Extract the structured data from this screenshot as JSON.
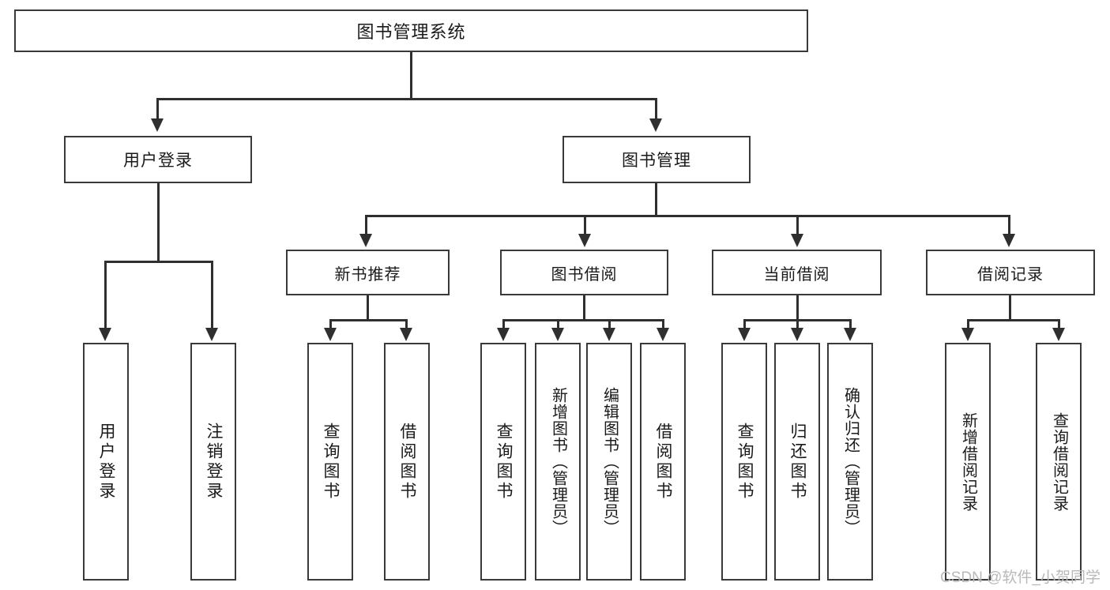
{
  "diagram": {
    "type": "tree",
    "title": "图书管理系统",
    "root": {
      "label": "图书管理系统"
    },
    "level2": [
      {
        "label": "用户登录"
      },
      {
        "label": "图书管理"
      }
    ],
    "level3": [
      {
        "label": "新书推荐"
      },
      {
        "label": "图书借阅"
      },
      {
        "label": "当前借阅"
      },
      {
        "label": "借阅记录"
      }
    ],
    "leaves": {
      "user_login": [
        {
          "label": "用户登录"
        },
        {
          "label": "注销登录"
        }
      ],
      "new_book_recommend": [
        {
          "label": "查询图书"
        },
        {
          "label": "借阅图书"
        }
      ],
      "book_borrow": [
        {
          "label": "查询图书"
        },
        {
          "label": "新增图书（管理员）"
        },
        {
          "label": "编辑图书（管理员）"
        },
        {
          "label": "借阅图书"
        }
      ],
      "current_borrow": [
        {
          "label": "查询图书"
        },
        {
          "label": "归还图书"
        },
        {
          "label": "确认归还（管理员）"
        }
      ],
      "borrow_record": [
        {
          "label": "新增借阅记录"
        },
        {
          "label": "查询借阅记录"
        }
      ]
    }
  },
  "watermark": {
    "text": "CSDN @软件_小贺同学"
  },
  "colors": {
    "background": "#ffffff",
    "border": "#3a3a3a",
    "connector": "#2f2f2f",
    "text": "#1a1a1a",
    "watermark": "#b9b9b9"
  }
}
